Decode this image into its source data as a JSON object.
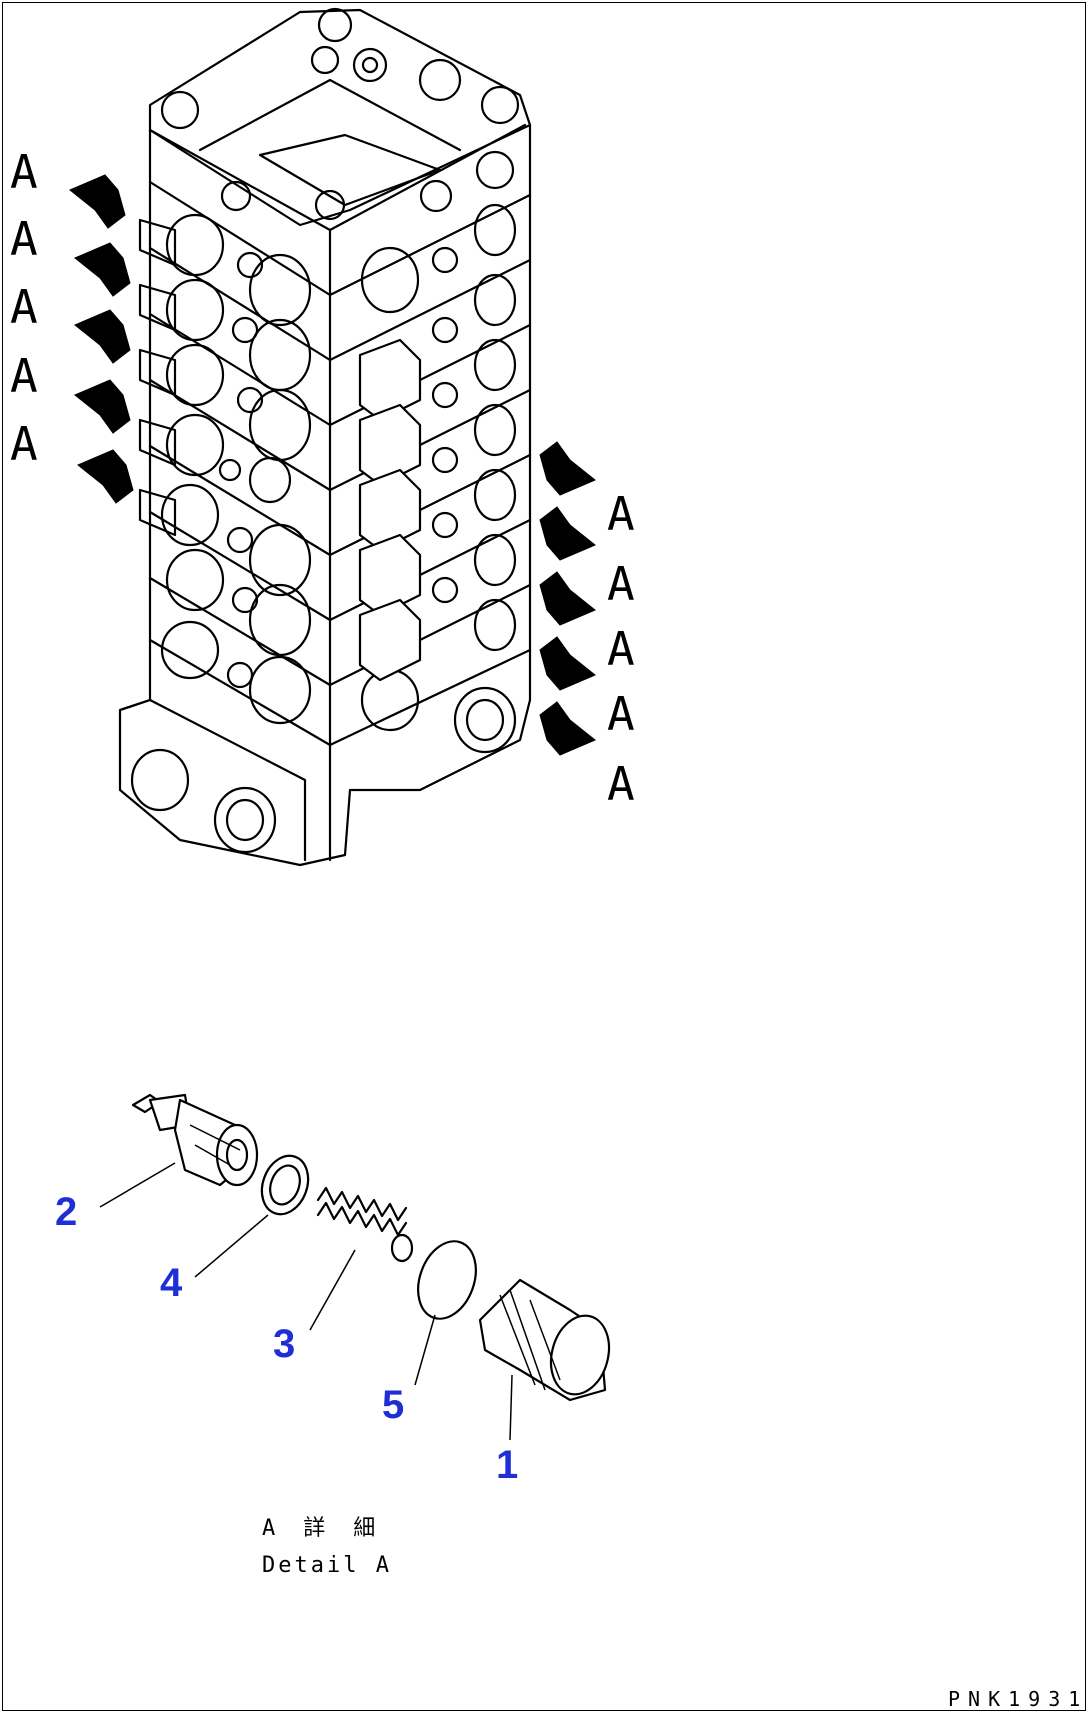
{
  "view_marker": "A",
  "left_markers": [
    "A",
    "A",
    "A",
    "A",
    "A"
  ],
  "right_markers": [
    "A",
    "A",
    "A",
    "A",
    "A"
  ],
  "part_numbers": [
    "1",
    "2",
    "3",
    "4",
    "5"
  ],
  "detail_caption_jp": "A　詳　細",
  "detail_caption_en": "Detail A",
  "drawing_code": "PNK1931",
  "colors": {
    "callout": "#1f2fd6",
    "line": "#000000"
  }
}
